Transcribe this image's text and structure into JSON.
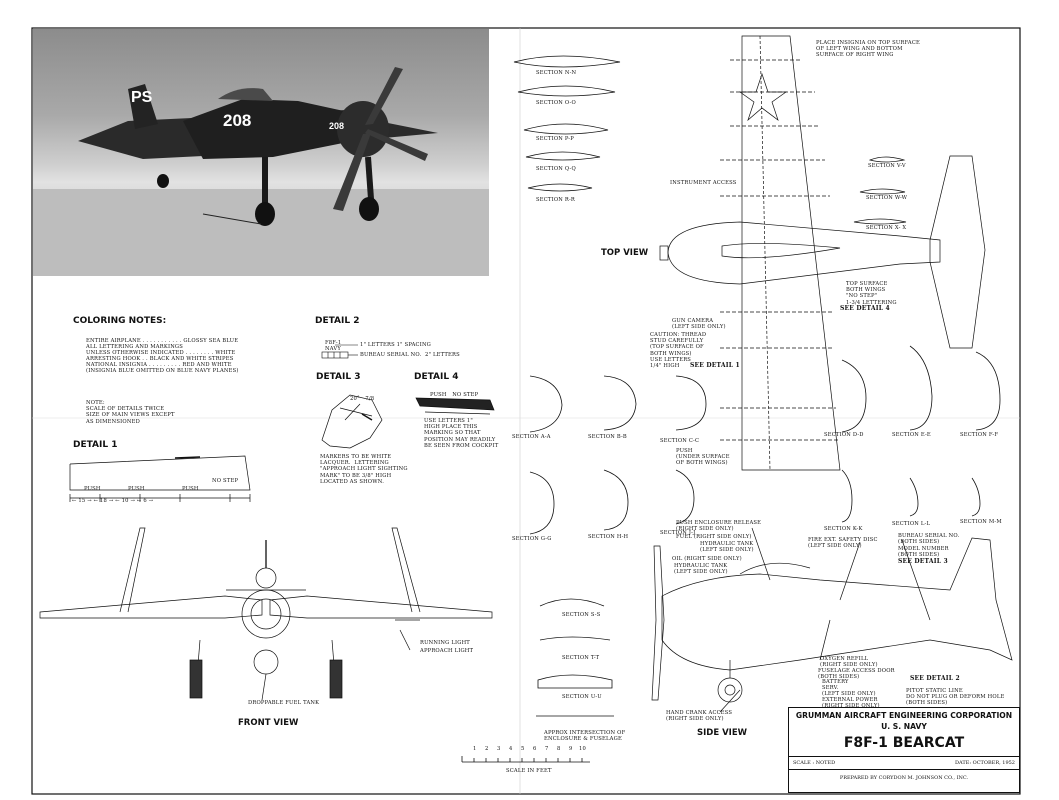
{
  "sheet": {
    "photo_tail_code": "PS",
    "photo_number": "208",
    "photo_number_cowl": "208",
    "views": {
      "top": "TOP VIEW",
      "front": "FRONT VIEW",
      "side": "SIDE VIEW"
    },
    "coloring": {
      "title": "COLORING NOTES:",
      "lines": [
        "ENTIRE AIRPLANE . . . . . . . . . . . GLOSSY SEA BLUE",
        "ALL LETTERING AND MARKINGS",
        "UNLESS OTHERWISE INDICATED . . . . . . . . WHITE",
        "ARRESTING HOOK . . BLACK AND WHITE STRIPES",
        "NATIONAL INSIGNIA . . . . . . . . . RED AND WHITE",
        "(INSIGNIA BLUE OMITTED ON BLUE NAVY PLANES)"
      ],
      "note": "NOTE:\nSCALE OF DETAILS TWICE\nSIZE OF MAIN VIEWS EXCEPT\nAS DIMENSIONED"
    },
    "details": {
      "d1": "DETAIL 1",
      "d2": "DETAIL 2",
      "d3": "DETAIL 3",
      "d4": "DETAIL 4",
      "d1_push1": "PUSH",
      "d1_push2": "PUSH",
      "d1_push3": "PUSH",
      "d1_nostep": "NO STEP",
      "d1_dims": "← 15 → ← 18 → ← 10 → ← 6 →",
      "d2_text": "F8F-1\nNAVY",
      "d2_letters": "1\" LETTERS 1\" SPACING",
      "d2_bureau": "BUREAU SERIAL NO.  2\" LETTERS",
      "d3_text": "MARKERS TO BE WHITE\nLACQUER.  LETTERING\n\"APPROACH LIGHT SIGHTING\nMARK\" TO BE 3/8\" HIGH\nLOCATED AS SHOWN.",
      "d3_dims": "20°   7/8",
      "d4_text": "USE LETTERS 1\"\nHIGH PLACE THIS\nMARKING SO THAT\nPOSITION MAY READILY\nBE SEEN FROM COCKPIT",
      "d4_marks": "PUSH   NO STEP"
    },
    "sections_left": [
      "SECTION N-N",
      "SECTION O-O",
      "SECTION P-P",
      "SECTION Q-Q",
      "SECTION R-R"
    ],
    "sections_tail": [
      "SECTION V-V",
      "SECTION W-W",
      "SECTION X- X"
    ],
    "sections_fuse_row1": [
      "SECTION A-A",
      "SECTION B-B",
      "SECTION C-C",
      "SECTION D-D",
      "SECTION E-E",
      "SECTION F-F"
    ],
    "sections_fuse_row2": [
      "SECTION G-G",
      "SECTION H-H",
      "SECTION J-J",
      "SECTION K-K",
      "SECTION L-L",
      "SECTION M-M"
    ],
    "sections_enclosure": [
      "SECTION S-S",
      "SECTION T-T",
      "SECTION U-U"
    ],
    "approx_note": "APPROX INTERSECTION OF\nENCLOSURE & FUSELAGE",
    "top_view_notes": {
      "insignia": "PLACE INSIGNIA ON TOP SURFACE\nOF LEFT WING AND BOTTOM\nSURFACE OF RIGHT WING",
      "instrument": "INSTRUMENT ACCESS",
      "top_surface": "TOP SURFACE\nBOTH WINGS\n\"NO STEP\"\n1-3/4 LETTERING",
      "see_d4": "SEE DETAIL 4",
      "gun_camera": "GUN CAMERA\n(LEFT SIDE ONLY)",
      "caution": "CAUTION: THREAD\nSTUD CAREFULLY\n(TOP SURFACE OF\nBOTH WINGS)\nUSE LETTERS\n1/4\" HIGH",
      "see_d1": "SEE DETAIL 1",
      "push": "PUSH\n(UNDER SURFACE\nOF BOTH WINGS)"
    },
    "side_view_notes": {
      "push_enclosure": "PUSH ENCLOSURE RELEASE\n(RIGHT SIDE ONLY)",
      "fuel": "FUEL (RIGHT SIDE ONLY)",
      "hydraulic_tank_1": "HYDRAULIC TANK\n(LEFT SIDE ONLY)",
      "oil": "OIL (RIGHT SIDE ONLY)",
      "hydraulic_tank_2": "HYDRAULIC TANK\n(LEFT SIDE ONLY)",
      "fire_ext": "FIRE EXT. SAFETY DISC\n(LEFT SIDE ONLY)",
      "bureau": "BUREAU SERIAL NO.\n(BOTH SIDES)",
      "model": "MODEL NUMBER\n(BOTH SIDES)",
      "see_d3": "SEE DETAIL 3",
      "oxygen": "OXYGEN REFILL\n(RIGHT SIDE ONLY)",
      "fuselage_door": "FUSELAGE ACCESS DOOR\n(BOTH SIDES)",
      "battery": "BATTERY\nSERV.\n(LEFT SIDE ONLY)",
      "external_power": "EXTERNAL POWER\n(RIGHT SIDE ONLY)",
      "see_d2": "SEE DETAIL 2",
      "pitot": "PITOT STATIC LINE\nDO NOT PLUG OR DEFORM HOLE\n(BOTH SIDES)",
      "hand_crank": "HAND CRANK ACCESS\n(RIGHT SIDE ONLY)"
    },
    "front_view_notes": {
      "running_light": "RUNNING LIGHT",
      "approach_light": "APPROACH LIGHT",
      "droppable_tank": "DROPPABLE FUEL TANK"
    },
    "scale": {
      "numbers": [
        "1",
        "2",
        "3",
        "4",
        "5",
        "6",
        "7",
        "8",
        "9",
        "10"
      ],
      "caption": "SCALE IN FEET"
    },
    "title_block": {
      "company": "GRUMMAN AIRCRAFT ENGINEERING CORPORATION",
      "navy": "U. S. NAVY",
      "aircraft": "F8F-1 BEARCAT",
      "scale": "SCALE : NOTED",
      "date": "DATE:  OCTOBER, 1952",
      "prepared": "PREPARED BY CORYDON M. JOHNSON CO., INC."
    }
  }
}
